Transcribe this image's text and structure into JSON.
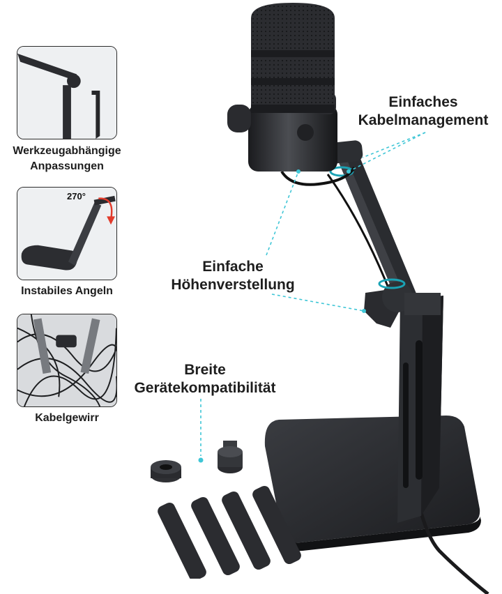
{
  "left_panels": [
    {
      "caption_lines": [
        "Werkzeugabhängige",
        "Anpassungen"
      ],
      "image": "allen-wrench-arm-joint"
    },
    {
      "caption_lines": [
        "Instabiles Angeln"
      ],
      "image": "tilting-stand",
      "angle_label": "270°"
    },
    {
      "caption_lines": [
        "Kabelgewirr"
      ],
      "image": "tangled-microphone-cables"
    }
  ],
  "callouts": {
    "cable": [
      "Einfaches",
      "Kabelmanagement"
    ],
    "height": [
      "Einfache",
      "Höhenverstellung"
    ],
    "compat": [
      "Breite",
      "Gerätekompatibilität"
    ]
  },
  "colors": {
    "accent_dashes": "#3fc6d6",
    "product": "#2a2c30"
  }
}
